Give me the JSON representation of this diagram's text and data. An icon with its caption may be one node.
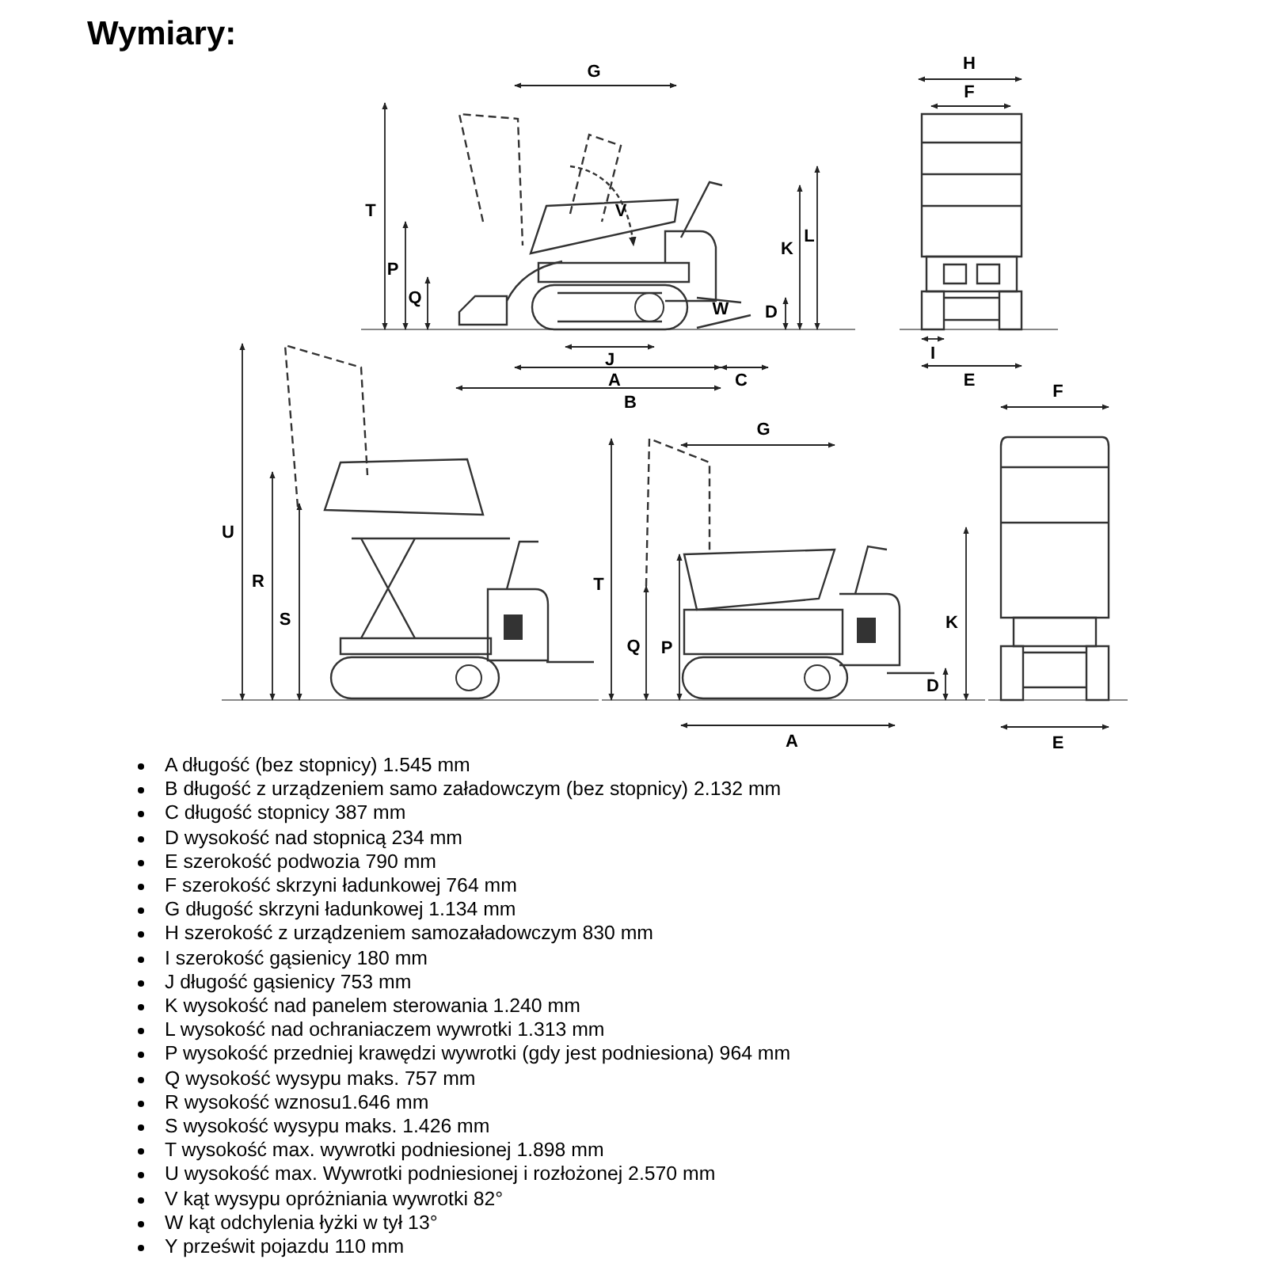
{
  "diagram": {
    "title": "Wymiary:",
    "labels": [
      "G",
      "T",
      "V",
      "L",
      "P",
      "K",
      "Q",
      "W",
      "D",
      "J",
      "A",
      "C",
      "B",
      "H",
      "F",
      "I",
      "E",
      "U",
      "R",
      "S",
      "G",
      "T",
      "K",
      "Q",
      "P",
      "D",
      "A",
      "F",
      "E",
      "A długość (bez stopnicy) 1.545 mm",
      "B długość z urządzeniem samo załadowczym (bez stopnicy) 2.132 mm",
      "C długość stopnicy 387 mm",
      "D wysokość nad stopnicą 234 mm",
      "E szerokość podwozia 790 mm",
      "F szerokość skrzyni ładunkowej 764 mm",
      "G długość skrzyni ładunkowej  1.134 mm",
      "H szerokość z urządzeniem samozaładowczym 830 mm",
      "I szerokość gąsienicy 180 mm",
      "J długość gąsienicy 753 mm",
      "K wysokość nad panelem sterowania 1.240 mm",
      "L wysokość nad ochraniaczem wywrotki 1.313 mm",
      "P wysokość przedniej krawędzi wywrotki (gdy jest podniesiona) 964 mm",
      "Q wysokość wysypu maks. 757 mm",
      "R wysokość wznosu1.646 mm",
      "S wysokość wysypu maks. 1.426 mm",
      "T wysokość max. wywrotki podniesionej 1.898 mm",
      "U wysokość max. Wywrotki podniesionej i rozłożonej 2.570 mm",
      "V kąt wysypu opróżniania wywrotki  82°",
      "W kąt odchylenia łyżki w tył 13°",
      "Y prześwit pojazdu 110 mm"
    ]
  }
}
